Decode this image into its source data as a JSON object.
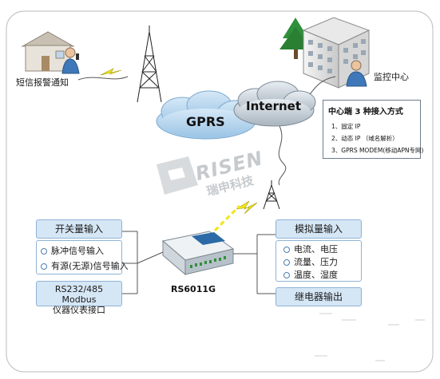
{
  "labels": {
    "sms_alarm": "短信报警通知",
    "monitor_center": "监控中心",
    "gprs": "GPRS",
    "internet": "Internet",
    "device": "RS6011G",
    "watermark_en": "RISEN",
    "watermark_cn": "瑞申科技"
  },
  "access": {
    "title": "中心端 3 种接入方式",
    "items": [
      "1、固定 IP",
      "2、动态 IP （域名解析）",
      "3、GPRS MODEM(移动APN专网)"
    ]
  },
  "left_panel": {
    "switch_title": "开关量输入",
    "switch_items": [
      "脉冲信号输入",
      "有源(无源)信号输入"
    ],
    "modbus_line1": "RS232/485 Modbus",
    "modbus_line2": "仪器仪表接口"
  },
  "right_panel": {
    "analog_title": "模拟量输入",
    "analog_items": [
      "电流、电压",
      "流量、压力",
      "温度、湿度"
    ],
    "relay": "继电器输出"
  },
  "colors": {
    "panel_fill": "#d5e6f5",
    "panel_border": "#8fb3d6",
    "cloud": "#b7d6ee",
    "lightning": "#f2e51a"
  }
}
